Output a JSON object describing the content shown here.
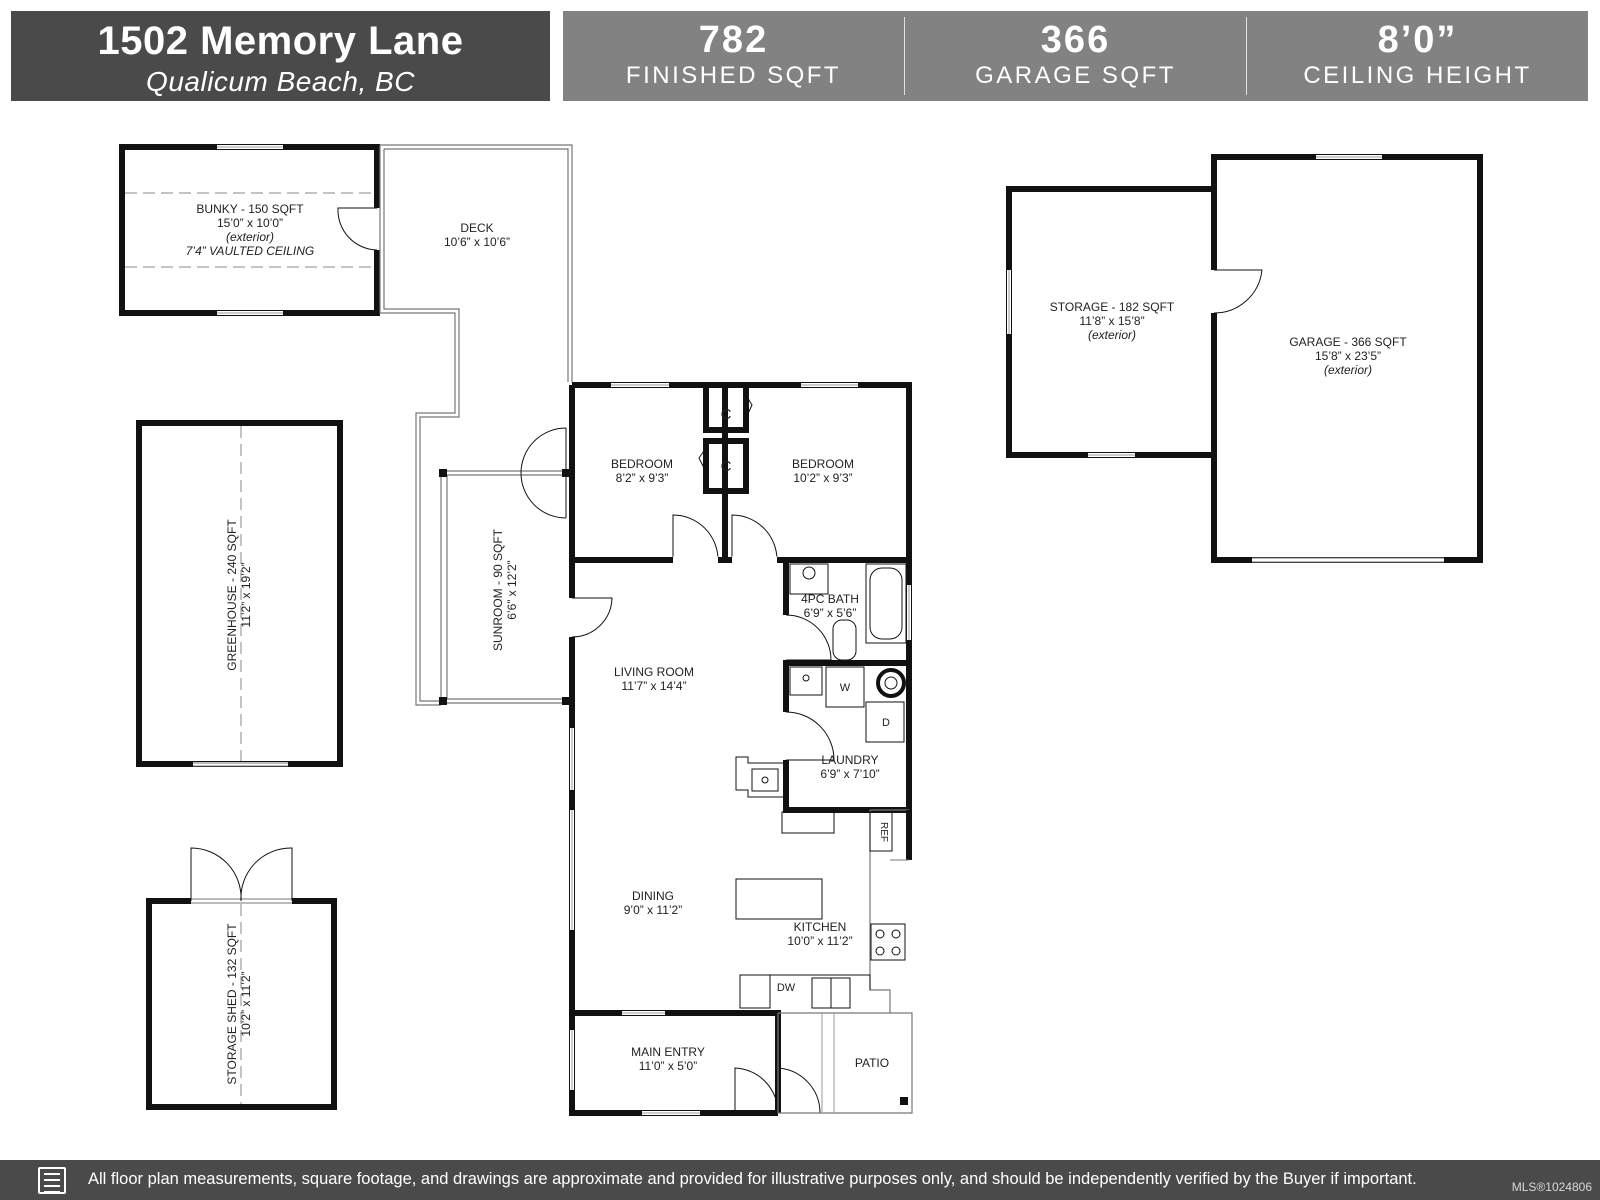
{
  "header": {
    "address": "1502 Memory Lane",
    "city": "Qualicum Beach, BC",
    "stats": [
      {
        "value": "782",
        "label": "FINISHED SQFT"
      },
      {
        "value": "366",
        "label": "GARAGE SQFT"
      },
      {
        "value": "8’0”",
        "label": "CEILING HEIGHT"
      }
    ]
  },
  "rooms": {
    "bunky": {
      "name": "BUNKY - 150 SQFT",
      "dims": "15’0” x 10’0”",
      "note": "(exterior)",
      "note2": "7’4” VAULTED CEILING"
    },
    "deck": {
      "name": "DECK",
      "dims": "10’6” x 10’6”"
    },
    "storage": {
      "name": "STORAGE - 182 SQFT",
      "dims": "11’8” x 15’8”",
      "note": "(exterior)"
    },
    "garage": {
      "name": "GARAGE - 366 SQFT",
      "dims": "15’8” x 23’5”",
      "note": "(exterior)"
    },
    "greenhouse": {
      "name": "GREENHOUSE - 240 SQFT",
      "dims": "11’2” x 19’2”"
    },
    "sunroom": {
      "name": "SUNROOM - 90 SQFT",
      "dims": "6’6” x 12’2”"
    },
    "bedroom1": {
      "name": "BEDROOM",
      "dims": "8’2” x 9’3”"
    },
    "bedroom2": {
      "name": "BEDROOM",
      "dims": "10’2” x 9’3”"
    },
    "closet_label": "C",
    "bath": {
      "name": "4PC BATH",
      "dims": "6’9” x 5’6”"
    },
    "living": {
      "name": "LIVING ROOM",
      "dims": "11’7” x 14’4”"
    },
    "laundry": {
      "name": "LAUNDRY",
      "dims": "6’9” x 7’10”"
    },
    "washer": "W",
    "dryer": "D",
    "ref": "REF",
    "dining": {
      "name": "DINING",
      "dims": "9’0” x 11’2”"
    },
    "kitchen": {
      "name": "KITCHEN",
      "dims": "10’0” x 11’2”"
    },
    "dw": "DW",
    "shed": {
      "name": "STORAGE SHED - 132 SQFT",
      "dims": "10’2” x 11’2”"
    },
    "entry": {
      "name": "MAIN ENTRY",
      "dims": "11’0” x 5’0”"
    },
    "patio": {
      "name": "PATIO"
    }
  },
  "footer": {
    "disclaimer": "All floor plan measurements, square footage, and drawings are approximate and provided for illustrative purposes only, and should be independently verified by the Buyer if important.",
    "mls": "MLS®1024806"
  }
}
